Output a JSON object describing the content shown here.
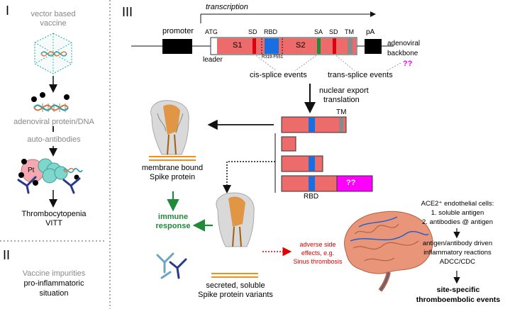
{
  "panel1": {
    "roman": "I",
    "vector_label": [
      "vector based",
      "vaccine"
    ],
    "adeno_label": "adenoviral protein/DNA",
    "autoab_label": "auto-antibodies",
    "pt_label": "Pt",
    "outcome": [
      "Thrombocytopenia",
      "VITT"
    ]
  },
  "panel2": {
    "roman": "II",
    "impurities": "Vaccine impurities",
    "proinflam": [
      "pro-inflammatoric",
      "situation"
    ]
  },
  "panel3": {
    "roman": "III",
    "transcription": "transcription",
    "promoter": "promoter",
    "atg": "ATG",
    "sd1": "SD",
    "rbd_top": "RBD",
    "sa": "SA",
    "sd2": "SD",
    "tm_top": "TM",
    "pa": "pA",
    "s1": "S1",
    "s2": "S2",
    "leader": "leader",
    "rbd_range": "R319-F551",
    "adeno_backbone": [
      "adenoviral",
      "backbone"
    ],
    "cis_splice": "cis-splice events",
    "trans_splice": "trans-splice events",
    "qq_top": "??",
    "nuclear": [
      "nuclear export",
      "translation"
    ],
    "tm_variant": "TM",
    "rbd_variant": "RBD",
    "qq_variant": "??",
    "membrane": [
      "membrane bound",
      "Spike protein"
    ],
    "immune": [
      "immune",
      "response"
    ],
    "adverse": [
      "adverse side",
      "effects, e.g.",
      "Sinus thrombosis"
    ],
    "secreted": [
      "secreted, soluble",
      "Spike protein variants"
    ],
    "ace2_title": "ACE2⁺ endothelial cells:",
    "ace2_items": [
      "1. soluble antigen",
      "2. antibodies @ antigen"
    ],
    "driven": [
      "antigen/antibody driven",
      "inflammatory reactions",
      "ADCC/CDC"
    ],
    "final": [
      "site-specific",
      "thromboembolic events"
    ]
  },
  "colors": {
    "exon": "#ee6b6b",
    "rbd": "#1a6fe0",
    "sd": "#e00010",
    "sa": "#1e8a3a",
    "tm": "#8a8a8a",
    "immune": "#1f8a3a",
    "adverse": "#e00000",
    "magenta": "#ff00ff",
    "membrane": "#f0901e"
  },
  "icons": [
    "virus-capsid-icon",
    "dna-helix-icon",
    "antibody-icon",
    "spike-protein-icon",
    "brain-icon"
  ]
}
